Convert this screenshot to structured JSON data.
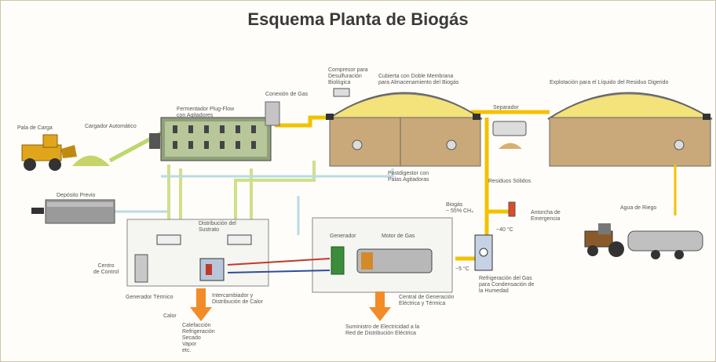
{
  "title": "Esquema Planta de Biogás",
  "labels": {
    "pala_de_carga": "Pala de Carga",
    "cargador_automatico": "Cargador Automático",
    "fermentador": [
      "Fermentador Plug-Flow",
      "con Agitadores"
    ],
    "compresor_gas_top": [
      "Compresor para",
      "Desulfuración",
      "Biológica"
    ],
    "cubierta": [
      "Cubierta con Doble Membrana",
      "para Almacenamiento del Biogás"
    ],
    "conexion_gas": "Conexión de Gas",
    "explotacion": "Explotación para el Líquido del Residuo Digerido",
    "separador": "Separador",
    "residuos_solidos": "Residuos Sólidos",
    "postdigestor": [
      "Postdigestor con",
      "Palas Agitadoras"
    ],
    "deposito_previo": "Depósito Previo",
    "biogas": [
      "Biogás",
      "~ 55% CH₄"
    ],
    "antorcha": [
      "Antorcha de",
      "Emergencia"
    ],
    "agua_riego": "Agua de Riego",
    "distribucion_sustrato": [
      "Distribución del",
      "Sustrato"
    ],
    "centro_control": [
      "Centro",
      "de Control"
    ],
    "generador": "Generador",
    "motor_gas": "Motor de Gas",
    "temp_40": "~40 °C",
    "temp_5": "~5 °C",
    "refrigeracion_gas": [
      "Refrigeración del Gas",
      "para Condensación de",
      "la Humedad"
    ],
    "generador_termico": "Generador Térmico",
    "intercambiador": [
      "Intercambiador y",
      "Distribución de Calor"
    ],
    "central_generacion": [
      "Central de Generación",
      "Eléctrica y Térmica"
    ],
    "calor": "Calor",
    "usos_calor": [
      "Calefacción",
      "Refrigeración",
      "Secado",
      "Vapor",
      "etc."
    ],
    "suministro": [
      "Suministro de Electricidad a la",
      "Red de Distribución Eléctrica"
    ]
  },
  "colors": {
    "gas_pipe": "#f2c200",
    "substrate_pipe": "#cfe08a",
    "water_pipe": "#b9dbe2",
    "hot_pipe": "#c0392b",
    "cold_pipe": "#2d4c9a",
    "tank_fill": "#c9a97a",
    "dome": "#f4e27a",
    "arrow": "#f28c28"
  }
}
